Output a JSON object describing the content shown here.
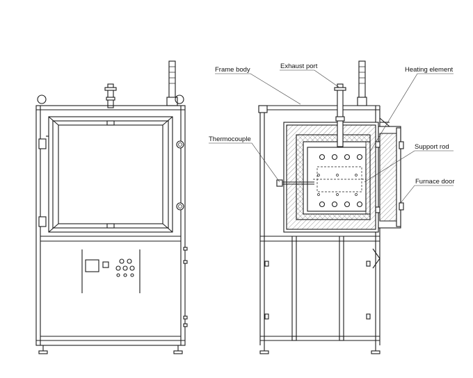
{
  "labels": {
    "frame_body": "Frame body",
    "exhaust_port": "Exhaust port",
    "heating_element": "Heating element",
    "thermocouple": "Thermocouple",
    "support_rod": "Support rod",
    "furnace_door": "Furnace door"
  },
  "colors": {
    "line": "#1a1a1a",
    "background": "#ffffff",
    "hatch": "#555555"
  }
}
